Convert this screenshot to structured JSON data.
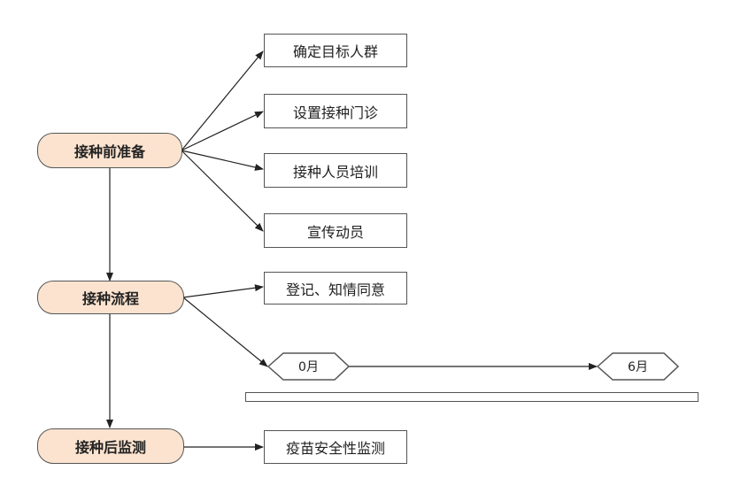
{
  "stages": {
    "pre": "接种前准备",
    "process": "接种流程",
    "post": "接种后监测"
  },
  "pre_steps": {
    "target": "确定目标人群",
    "clinic": "设置接种门诊",
    "training": "接种人员培训",
    "publicity": "宣传动员"
  },
  "process_steps": {
    "consent": "登记、知情同意"
  },
  "post_steps": {
    "monitoring": "疫苗安全性监测"
  },
  "timeline": {
    "start": "0月",
    "end": "6月"
  }
}
